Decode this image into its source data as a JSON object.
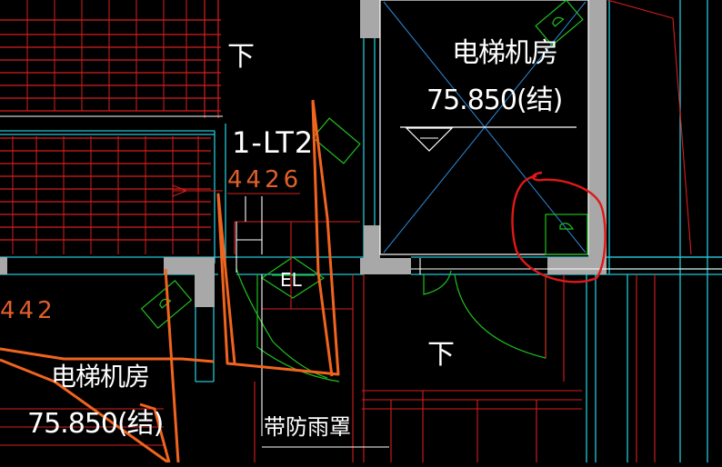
{
  "labels": {
    "machine_room_top": "电梯机房",
    "elevation_top": "75.850(结)",
    "machine_room_bottom": "电梯机房",
    "elevation_bottom": "75.850(结)",
    "down_top": "下",
    "down_bottom": "下",
    "lift_id": "1-LT2",
    "dim_4426": "4426",
    "dim_442": "442",
    "el_label": "EL",
    "canopy_label": "带防雨罩"
  },
  "colors": {
    "background": "#000000",
    "red": "#d81e1e",
    "cyan": "#21c7d6",
    "green": "#1fbf1f",
    "white": "#ffffff",
    "orange": "#f0641e",
    "wall_gray": "#a8a8a8",
    "markup_red": "#e01818"
  }
}
